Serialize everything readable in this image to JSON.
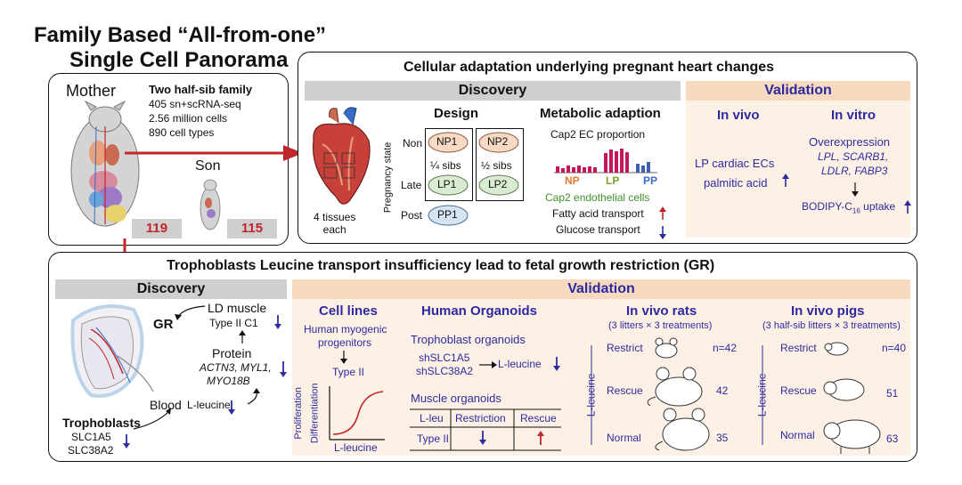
{
  "title": {
    "line1": "Family Based “All-from-one”",
    "line2": "Single Cell Panorama"
  },
  "family": {
    "mother": "Mother",
    "son": "Son",
    "heading": "Two half-sib family",
    "stats": [
      "405 sn+scRNA-seq",
      "2.56 million cells",
      "890 cell types"
    ],
    "mother_count": "119",
    "son_count": "115"
  },
  "heart": {
    "title": "Cellular adaptation underlying pregnant heart changes",
    "discovery": "Discovery",
    "validation": "Validation",
    "tissues": "4 tissues\neach",
    "design": {
      "title": "Design",
      "axis": "Pregnancy state",
      "rows": [
        "Non",
        "Late",
        "Post"
      ],
      "pigs": [
        "NP1",
        "NP2",
        "LP1",
        "LP2",
        "PP1"
      ],
      "sibs": [
        "¼ sibs",
        "½ sibs"
      ]
    },
    "metabolic": {
      "title": "Metabolic adaption",
      "subtitle": "Cap2 EC proportion",
      "groups": [
        "NP",
        "LP",
        "PP"
      ],
      "cells": "Cap2 endothelial cells",
      "fatty": "Fatty acid transport",
      "glucose": "Glucose transport"
    },
    "invivo": {
      "title": "In vivo",
      "line1": "LP cardiac ECs",
      "line2": "palmitic acid"
    },
    "invitro": {
      "title": "In vitro",
      "line1": "Overexpression",
      "genes1": "LPL, SCARB1,",
      "genes2": "LDLR, FABP3",
      "uptake": "BODIPY-C",
      "sub": "16",
      "uptake2": " uptake"
    }
  },
  "gr": {
    "title": "Trophoblasts Leucine transport insufficiency lead to fetal growth restriction (GR)",
    "discovery": "Discovery",
    "validation": "Validation",
    "gr_label": "GR",
    "ld": "LD muscle",
    "type2c1": "Type II C1",
    "protein": "Protein",
    "genes1": "ACTN3, MYL1,",
    "genes2": "MYO18B",
    "blood": "Blood",
    "leucine": "L-leucine",
    "trophoblasts": "Trophoblasts",
    "slc1": "SLC1A5",
    "slc2": "SLC38A2",
    "cell_lines": {
      "title": "Cell lines",
      "l1": "Human myogenic",
      "l2": "progenitors",
      "type2": "Type II",
      "ylab1": "Proliferation",
      "ylab2": "Differentiation",
      "xlab": "L-leucine"
    },
    "organoids": {
      "title": "Human Organoids",
      "troph": "Trophoblast organoids",
      "sh1": "shSLC1A5",
      "sh2": "shSLC38A2",
      "leu": "L-leucine",
      "muscle": "Muscle organoids",
      "table_head": [
        "L-leu",
        "Restriction",
        "Rescue"
      ],
      "table_row": "Type II"
    },
    "rats": {
      "title": "In vivo rats",
      "sub": "(3 litters × 3 treatments)",
      "ylab": "L-leucine",
      "rows": [
        {
          "label": "Restrict",
          "n": "n=42"
        },
        {
          "label": "Rescue",
          "n": "42"
        },
        {
          "label": "Normal",
          "n": "35"
        }
      ]
    },
    "pigs": {
      "title": "In vivo pigs",
      "sub": "(3 half-sib litters × 3 treatments)",
      "ylab": "L-leucine",
      "rows": [
        {
          "label": "Restrict",
          "n": "n=40"
        },
        {
          "label": "Rescue",
          "n": "51"
        },
        {
          "label": "Normal",
          "n": "63"
        }
      ]
    }
  },
  "colors": {
    "arrow_red": "#c0262a",
    "arrow_blue": "#2d2aa0",
    "label_blue": "#2d2aa0",
    "bar_pink": "#c2185b",
    "bar_blue": "#3f5fb0",
    "np": "#e07a2f",
    "lp": "#7aa52a",
    "pp": "#3a6bc4"
  }
}
